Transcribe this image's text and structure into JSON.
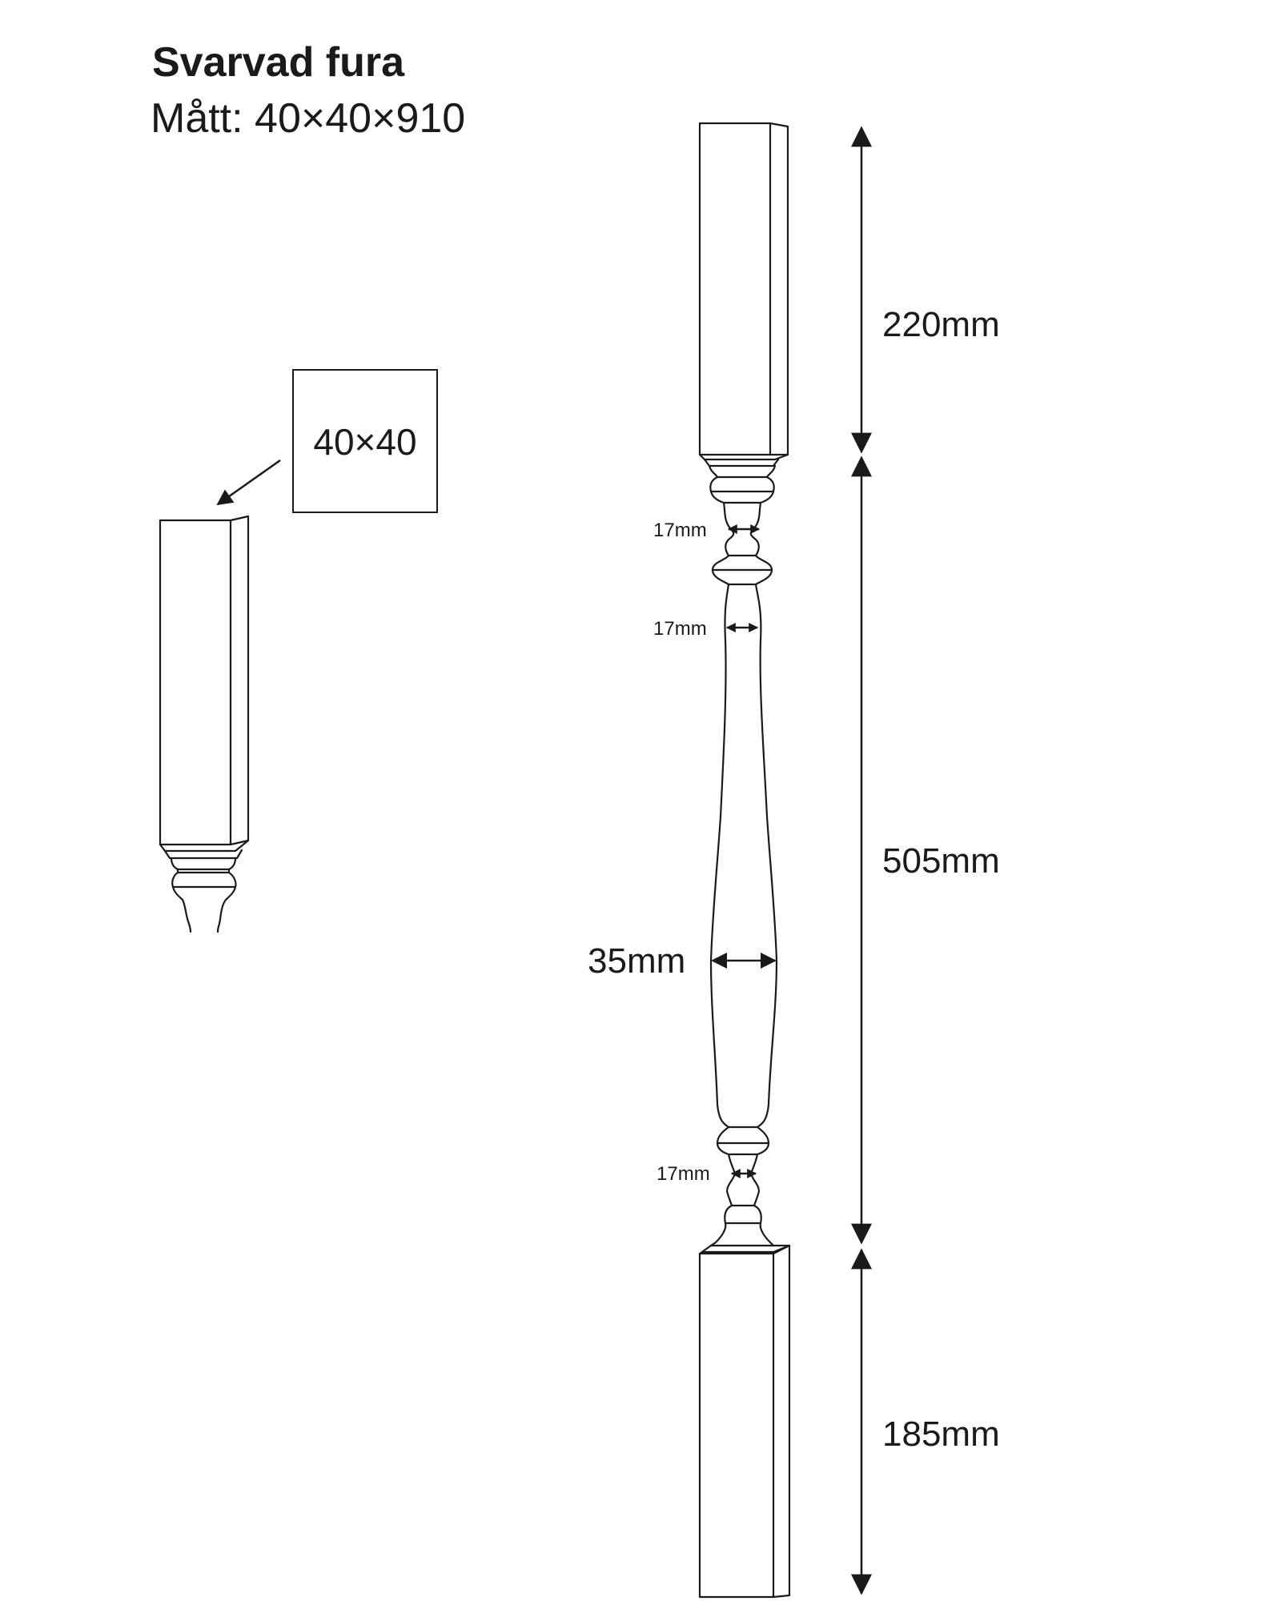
{
  "header": {
    "title": "Svarvad fura",
    "dimensions": "Mått: 40×40×910"
  },
  "section_detail": {
    "label": "40×40"
  },
  "height_dimensions": {
    "top_block": "220mm",
    "turned_section": "505mm",
    "bottom_block": "185mm"
  },
  "diameter_dimensions": {
    "upper_neck": "17mm",
    "upper_shaft": "17mm",
    "belly": "35mm",
    "lower_neck": "17mm"
  }
}
